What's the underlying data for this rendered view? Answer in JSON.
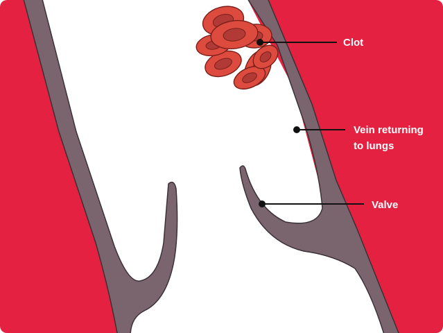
{
  "diagram": {
    "labels": {
      "clot": "Clot",
      "vein_line1": "Vein returning",
      "vein_line2": "to lungs",
      "valve": "Valve"
    },
    "colors": {
      "tissue": "#e42140",
      "vein_wall": "#7a656f",
      "vein_interior": "#ffffff",
      "clot_cell": "#dd4b3f",
      "clot_cell_center": "#b13a37",
      "label_text": "#ffffff",
      "leader_line": "#111111"
    }
  }
}
